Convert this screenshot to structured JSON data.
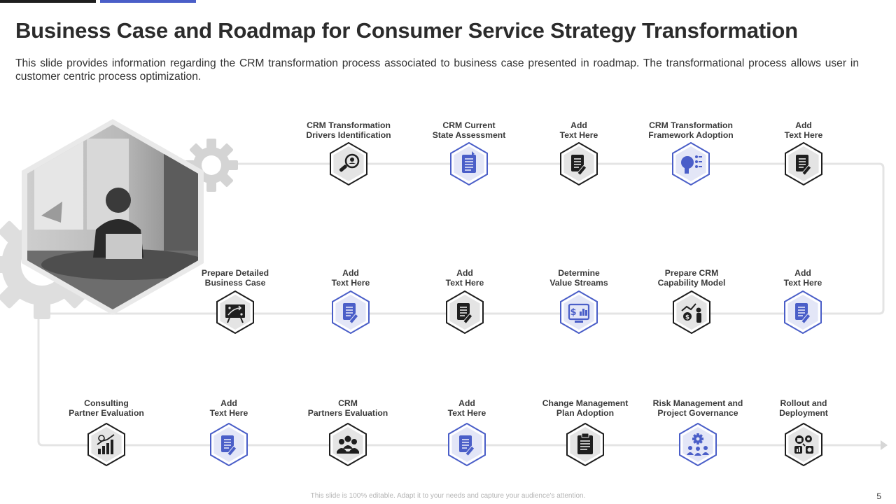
{
  "title": "Business Case and Roadmap for Consumer Service Strategy Transformation",
  "description": "This slide provides information regarding the CRM transformation process associated to business case presented in roadmap. The transformational process allows user in customer centric process optimization.",
  "colors": {
    "accent": "#4a5ec8",
    "dark": "#1e1e1e",
    "light_fill": "#e3e6f7",
    "grey_fill": "#e4e4e4"
  },
  "steps": [
    {
      "line1": "CRM Transformation",
      "line2": "Drivers Identification",
      "icon": "search-person-icon",
      "style": "dark"
    },
    {
      "line1": "CRM Current",
      "line2": "State Assessment",
      "icon": "document-icon",
      "style": "blue"
    },
    {
      "line1": "Add",
      "line2": "Text Here",
      "icon": "document-edit-icon",
      "style": "dark"
    },
    {
      "line1": "CRM Transformation",
      "line2": "Framework Adoption",
      "icon": "thinking-head-icon",
      "style": "blue"
    },
    {
      "line1": "Add",
      "line2": "Text Here",
      "icon": "document-edit-icon",
      "style": "dark"
    },
    {
      "line1": "Prepare Detailed",
      "line2": "Business Case",
      "icon": "strategy-board-icon",
      "style": "dark"
    },
    {
      "line1": "Add",
      "line2": "Text Here",
      "icon": "document-edit-icon",
      "style": "blue"
    },
    {
      "line1": "Add",
      "line2": "Text Here",
      "icon": "document-edit-icon",
      "style": "dark"
    },
    {
      "line1": "Determine",
      "line2": "Value Streams",
      "icon": "dollar-chart-icon",
      "style": "blue"
    },
    {
      "line1": "Prepare CRM",
      "line2": "Capability Model",
      "icon": "presenter-chart-icon",
      "style": "dark"
    },
    {
      "line1": "Add",
      "line2": "Text Here",
      "icon": "document-edit-icon",
      "style": "blue"
    },
    {
      "line1": "Consulting",
      "line2": "Partner Evaluation",
      "icon": "growth-chart-icon",
      "style": "dark"
    },
    {
      "line1": "Add",
      "line2": "Text Here",
      "icon": "document-edit-icon",
      "style": "blue"
    },
    {
      "line1": "CRM",
      "line2": "Partners Evaluation",
      "icon": "team-icon",
      "style": "dark"
    },
    {
      "line1": "Add",
      "line2": "Text Here",
      "icon": "document-edit-icon",
      "style": "blue"
    },
    {
      "line1": "Change Management",
      "line2": "Plan Adoption",
      "icon": "clipboard-icon",
      "style": "dark"
    },
    {
      "line1": "Risk Management and",
      "line2": "Project Governance",
      "icon": "gear-team-icon",
      "style": "blue"
    },
    {
      "line1": "Rollout  and",
      "line2": "Deployment",
      "icon": "deployment-icon",
      "style": "dark"
    }
  ],
  "footer": "This slide is 100% editable. Adapt it to your needs and capture your audience's attention.",
  "page_number": "5"
}
